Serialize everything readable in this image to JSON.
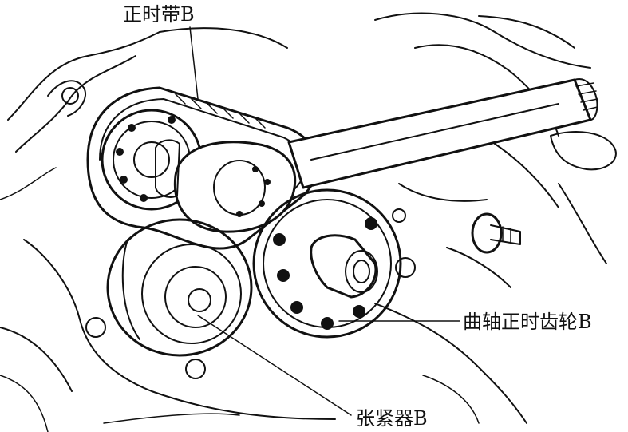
{
  "labels": {
    "timing_belt": "正时带B",
    "crankshaft_gear": "曲轴正时齿轮B",
    "tensioner": "张紧器B"
  },
  "colors": {
    "ink": "#111111",
    "background": "#ffffff"
  }
}
